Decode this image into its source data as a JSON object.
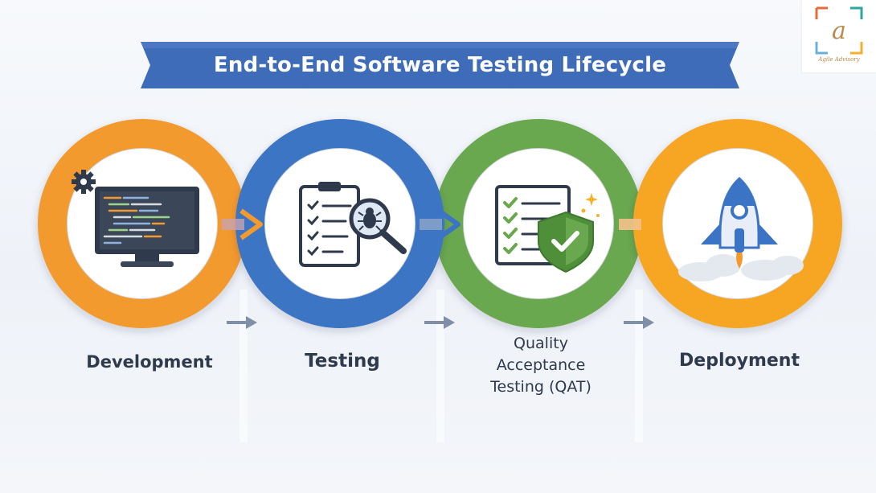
{
  "title": "End-to-End Software Testing Lifecycle",
  "logo": {
    "letter": "a",
    "caption": "Agile Advisory"
  },
  "stages": [
    {
      "label": "Development",
      "icon": "monitor-code-icon",
      "color": "#f39a2e"
    },
    {
      "label": "Testing",
      "icon": "checklist-magnifier-bug-icon",
      "color": "#3b74c4"
    },
    {
      "label_lines": [
        "Quality",
        "Acceptance",
        "Testing (QAT)"
      ],
      "icon": "checklist-shield-icon",
      "color": "#6aa84f"
    },
    {
      "label": "Deployment",
      "icon": "rocket-icon",
      "color": "#f6a623"
    }
  ],
  "colors": {
    "banner": "#3f6cb8",
    "banner_dark": "#2c4f8f",
    "text": "#2f3a4d",
    "arrow": "#7f8fa8"
  }
}
